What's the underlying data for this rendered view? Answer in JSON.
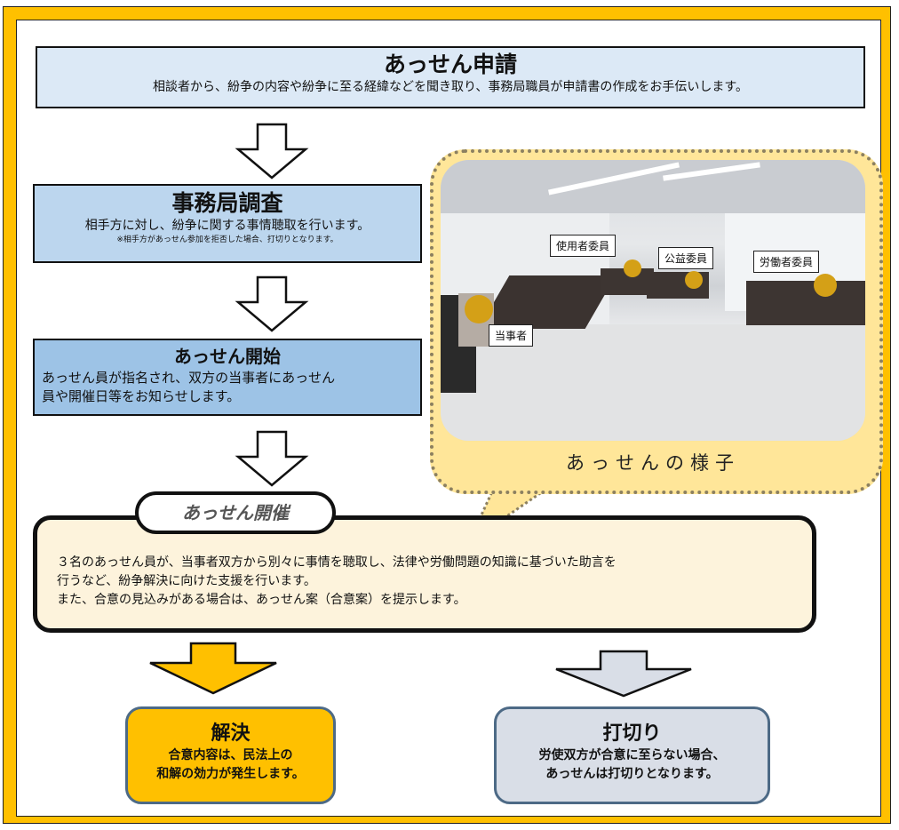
{
  "steps": {
    "application": {
      "title": "あっせん申請",
      "description": "相談者から、紛争の内容や紛争に至る経緯などを聞き取り、事務局職員が申請書の作成をお手伝いします。"
    },
    "investigation": {
      "title": "事務局調査",
      "description": "相手方に対し、紛争に関する事情聴取を行います。",
      "note": "※相手方があっせん参加を拒否した場合、打切りとなります。"
    },
    "start": {
      "title": "あっせん開始",
      "description_line1": "あっせん員が指名され、双方の当事者にあっせん",
      "description_line2": "員や開催日等をお知らせします。"
    },
    "session": {
      "title": "あっせん開催",
      "line1": "３名のあっせん員が、当事者双方から別々に事情を聴取し、法律や労働問題の知識に基づいた助言を",
      "line2": "行うなど、紛争解決に向けた支援を行います。",
      "line3": "また、合意の見込みがある場合は、あっせん案（合意案）を提示します。"
    },
    "resolved": {
      "title": "解決",
      "line1": "合意内容は、民法上の",
      "line2": "和解の効力が発生します。"
    },
    "terminated": {
      "title": "打切り",
      "line1": "労使双方が合意に至らない場合、",
      "line2": "あっせんは打切りとなります。"
    }
  },
  "photo": {
    "caption": "あっせんの様子",
    "labels": {
      "employer": "使用者委員",
      "public": "公益委員",
      "worker": "労働者委員",
      "party": "当事者"
    }
  },
  "colors": {
    "frame": "#ffc000",
    "application_bg": "#dce9f6",
    "investigation_bg": "#bcd6ee",
    "start_bg": "#9dc3e6",
    "bubble_bg": "#ffe699",
    "session_bg": "#fdf3dc",
    "resolved_bg": "#ffc000",
    "terminated_bg": "#d9dee7"
  }
}
